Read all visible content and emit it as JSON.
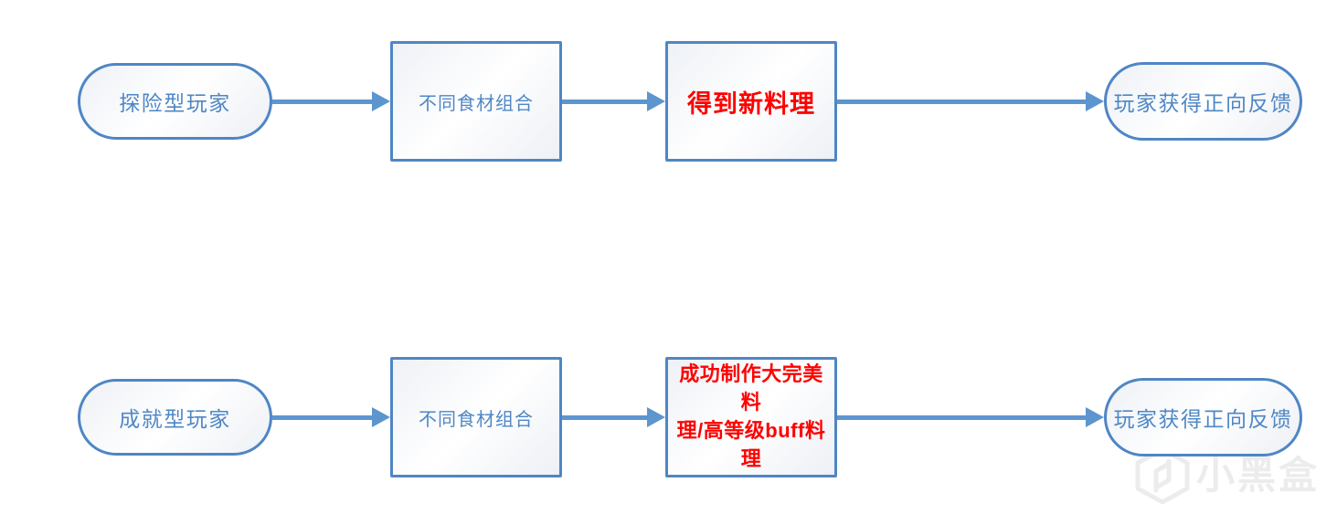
{
  "colors": {
    "shape_border": "#4f86c4",
    "shape_fill_start": "#eef1f6",
    "shape_fill_mid": "#ffffff",
    "shape_fill_end": "#edf0f5",
    "arrow": "#5d95cf",
    "text_blue": "#4f87c5",
    "text_red": "#ff0000",
    "watermark": "#ececec"
  },
  "diagram": {
    "type": "flowchart",
    "rows": [
      {
        "id": "explorer-flow",
        "nodes": [
          {
            "id": "explorer-player",
            "shape": "stadium",
            "label": "探险型玩家",
            "text_color": "#4f87c5"
          },
          {
            "id": "ingredient-combos",
            "shape": "rectangle",
            "label": "不同食材组合",
            "text_color": "#4f87c5"
          },
          {
            "id": "new-dish",
            "shape": "rectangle",
            "label": "得到新料理",
            "text_color": "#ff0000"
          },
          {
            "id": "positive-feedback",
            "shape": "stadium",
            "label": "玩家获得正向反馈",
            "text_color": "#4f87c5"
          }
        ]
      },
      {
        "id": "achiever-flow",
        "nodes": [
          {
            "id": "achiever-player",
            "shape": "stadium",
            "label": "成就型玩家",
            "text_color": "#4f87c5"
          },
          {
            "id": "ingredient-combos",
            "shape": "rectangle",
            "label": "不同食材组合",
            "text_color": "#4f87c5"
          },
          {
            "id": "perfect-dish",
            "shape": "rectangle",
            "label": "成功制作大完美料\n理/高等级buff料理",
            "text_color": "#ff0000"
          },
          {
            "id": "positive-feedback",
            "shape": "stadium",
            "label": "玩家获得正向反馈",
            "text_color": "#4f87c5"
          }
        ]
      }
    ]
  },
  "watermark": {
    "text": "小黑盒",
    "icon": "xiaoheihe-box-logo"
  }
}
